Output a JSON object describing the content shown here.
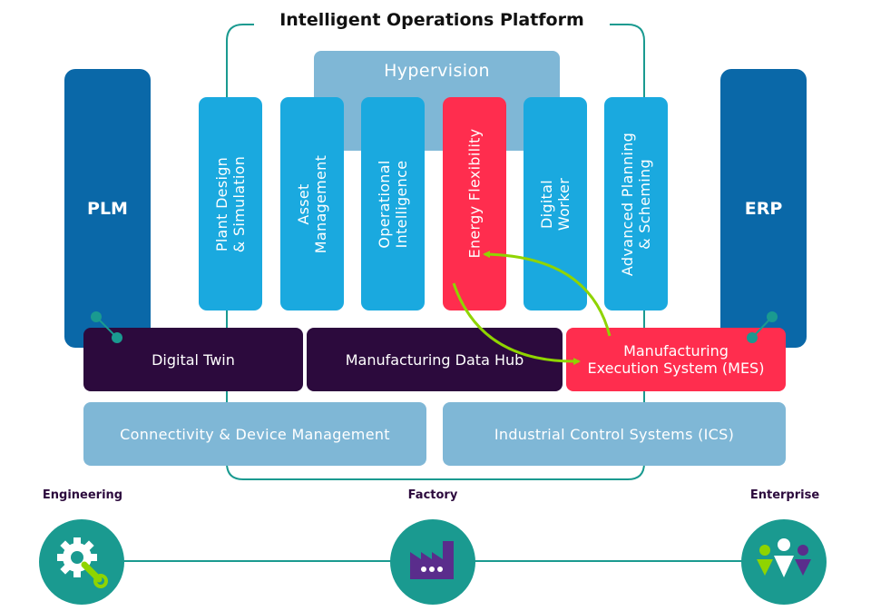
{
  "title": "Intelligent Operations Platform",
  "hypervision": "Hypervision",
  "side": {
    "left": "PLM",
    "right": "ERP"
  },
  "columns": [
    {
      "line1": "Plant Design",
      "line2": "& Simulation"
    },
    {
      "line1": "Asset",
      "line2": "Management"
    },
    {
      "line1": "Operational",
      "line2": "Intelligence"
    },
    {
      "line1": "Energy Flexibility",
      "line2": ""
    },
    {
      "line1": "Digital",
      "line2": "Worker"
    },
    {
      "line1": "Advanced Planning",
      "line2": "& Scheming"
    }
  ],
  "layer_middle": {
    "digital_twin": "Digital Twin",
    "data_hub": "Manufacturing Data Hub",
    "mes_line1": "Manufacturing",
    "mes_line2": "Execution System (MES)"
  },
  "layer_bottom": {
    "connectivity": "Connectivity & Device Management",
    "ics": "Industrial Control Systems (ICS)"
  },
  "categories": [
    {
      "label": "Engineering",
      "icon": "gear-wrench-icon"
    },
    {
      "label": "Factory",
      "icon": "factory-icon"
    },
    {
      "label": "Enterprise",
      "icon": "people-icon"
    }
  ],
  "colors": {
    "column_blue": "#1aa9df",
    "highlight_red": "#ff2d4e",
    "dark_purple": "#2c0a3d",
    "light_blue": "#7fb7d6",
    "navy": "#0a68a8",
    "teal": "#1a9a90",
    "arrow_green": "#8fd400"
  }
}
